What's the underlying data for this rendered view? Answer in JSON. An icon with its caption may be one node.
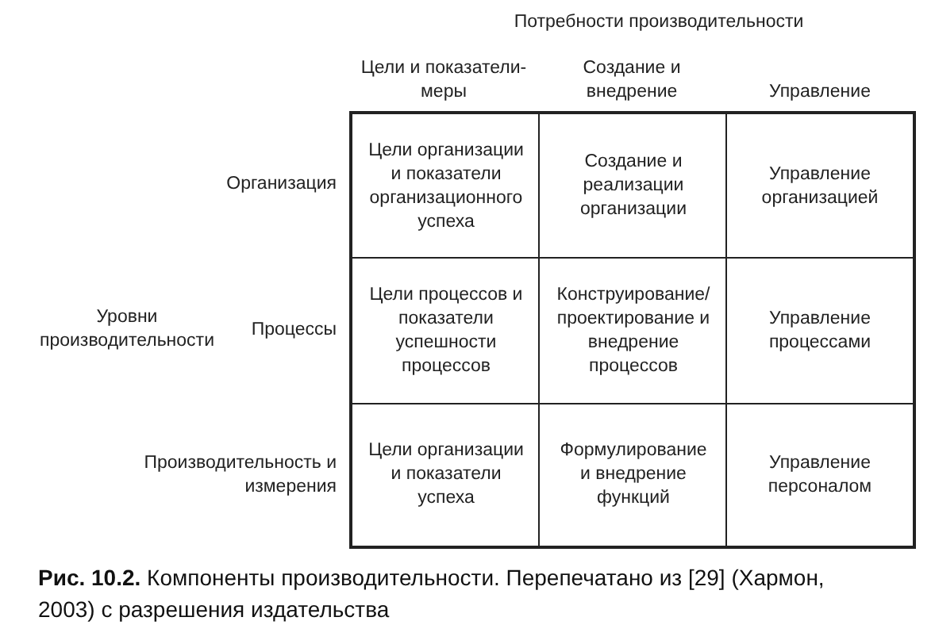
{
  "diagram": {
    "caption": "**Рис. 10.2.** Компоненты производительности. Перепечатано из [29] (Хармон, 2003) с разрешения издательства",
    "labels": [
      "Потребности производительности",
      "Цели и показатели-меры",
      "Создание и внедрение",
      "Управление",
      "Организация",
      "Цели организации и показатели организационного успеха",
      "Создание и реализации организации",
      "Управление организацией",
      "Уровни производительности",
      "Процессы",
      "Цели процессов и показатели успешности процессов",
      "Конструирование/ проектирование и внедрение процессов",
      "Управление процессами",
      "Производительность и измерения",
      "Цели организации и показатели успеха",
      "Формулирование и внедрение функций",
      "Управление персоналом"
    ]
  }
}
